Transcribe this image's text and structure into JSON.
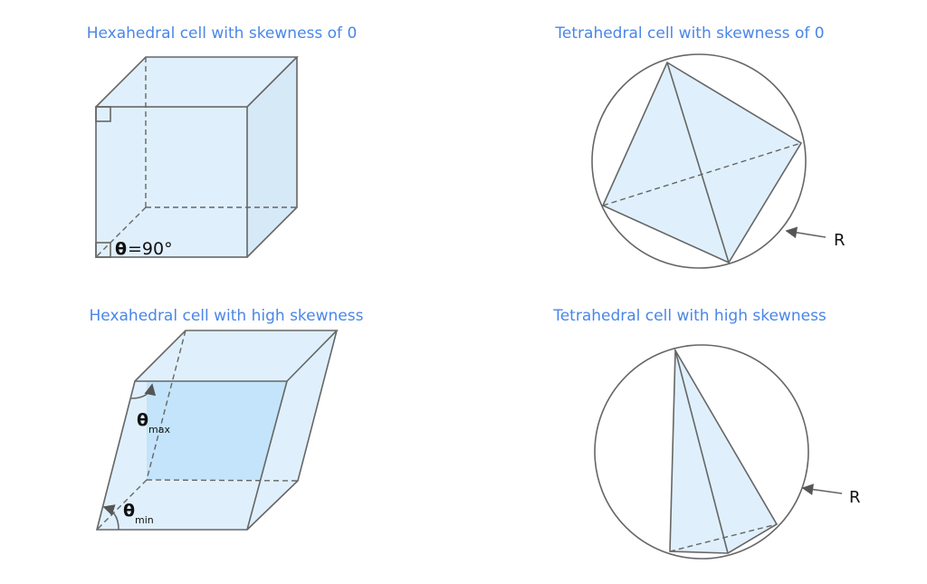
{
  "titles": {
    "hex_zero": "Hexahedral cell with skewness of 0",
    "tet_zero": "Tetrahedral cell with skewness of 0",
    "hex_high": "Hexahedral cell with high skewness",
    "tet_high": "Tetrahedral cell with high skewness"
  },
  "labels": {
    "theta": "θ",
    "theta_90": "=90°",
    "max": "max",
    "min": "min",
    "radius": "R"
  },
  "colors": {
    "title": "#4a86e8",
    "cell_fill": "#dff0fc",
    "overlap_fill": "#c3e4fa",
    "edge": "#666666"
  }
}
